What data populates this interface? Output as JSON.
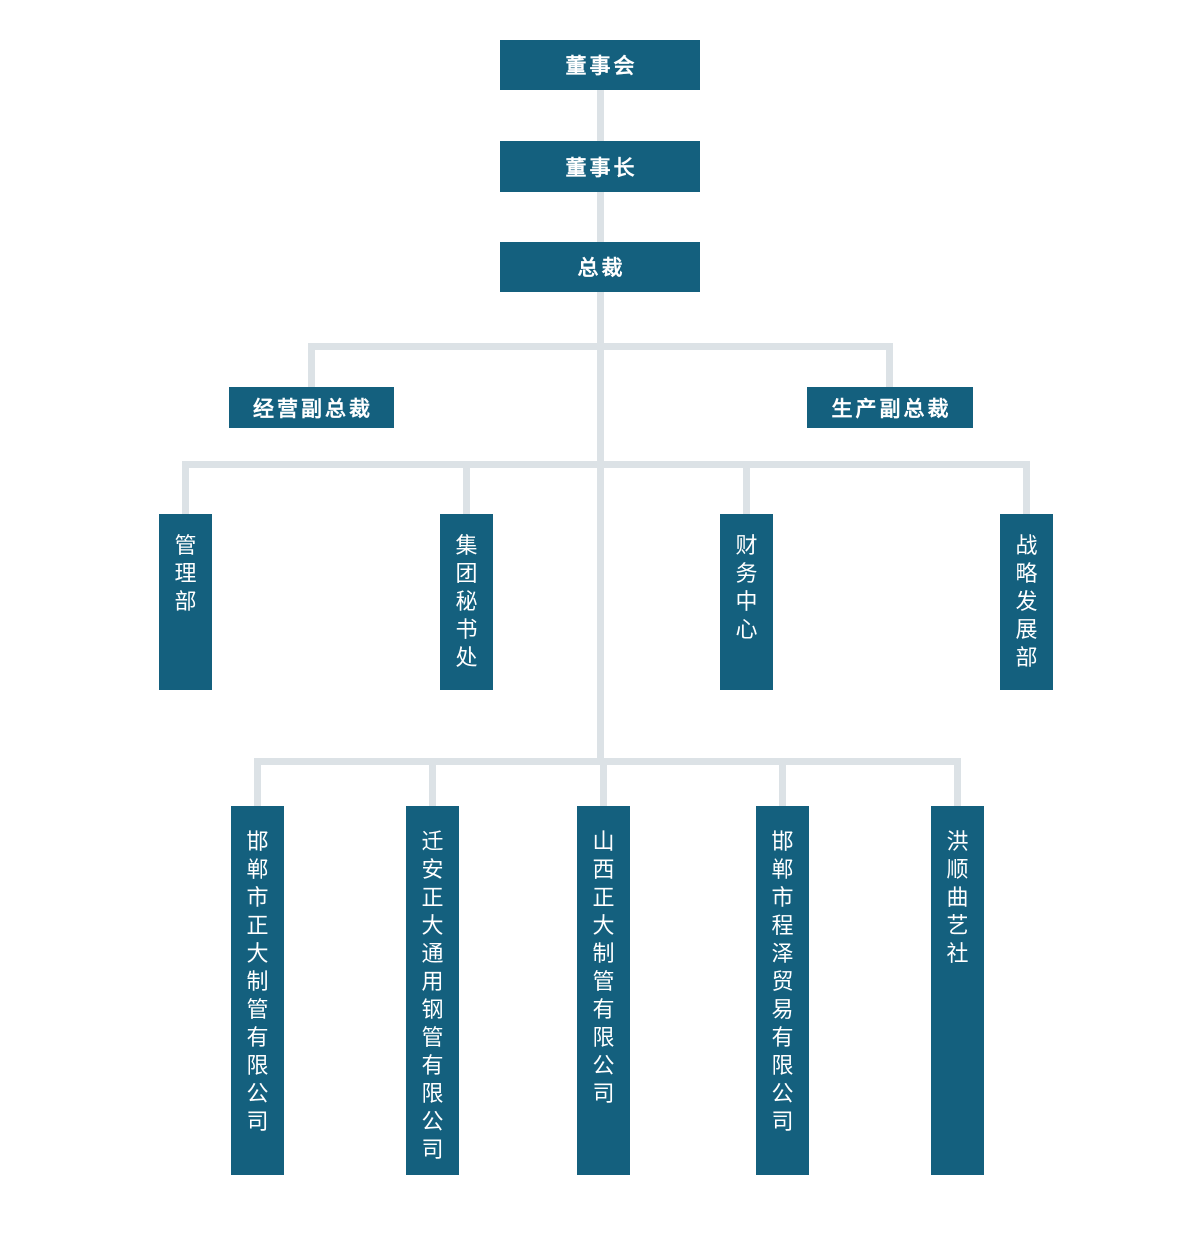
{
  "colors": {
    "box": "#14607e",
    "connector": "#dce2e6",
    "text": "#ffffff",
    "background": "#ffffff"
  },
  "org_chart": {
    "board": {
      "label": "董事会"
    },
    "chairman": {
      "label": "董事长"
    },
    "president": {
      "label": "总裁"
    },
    "vps": [
      {
        "label": "经营副总裁"
      },
      {
        "label": "生产副总裁"
      }
    ],
    "departments": [
      {
        "label": "管理部"
      },
      {
        "label": "集团秘书处"
      },
      {
        "label": "财务中心"
      },
      {
        "label": "战略发展部"
      }
    ],
    "subsidiaries": [
      {
        "label": "邯郸市正大制管有限公司"
      },
      {
        "label": "迁安正大通用钢管有限公司"
      },
      {
        "label": "山西正大制管有限公司"
      },
      {
        "label": "邯郸市程泽贸易有限公司"
      },
      {
        "label": "洪顺曲艺社"
      }
    ]
  }
}
